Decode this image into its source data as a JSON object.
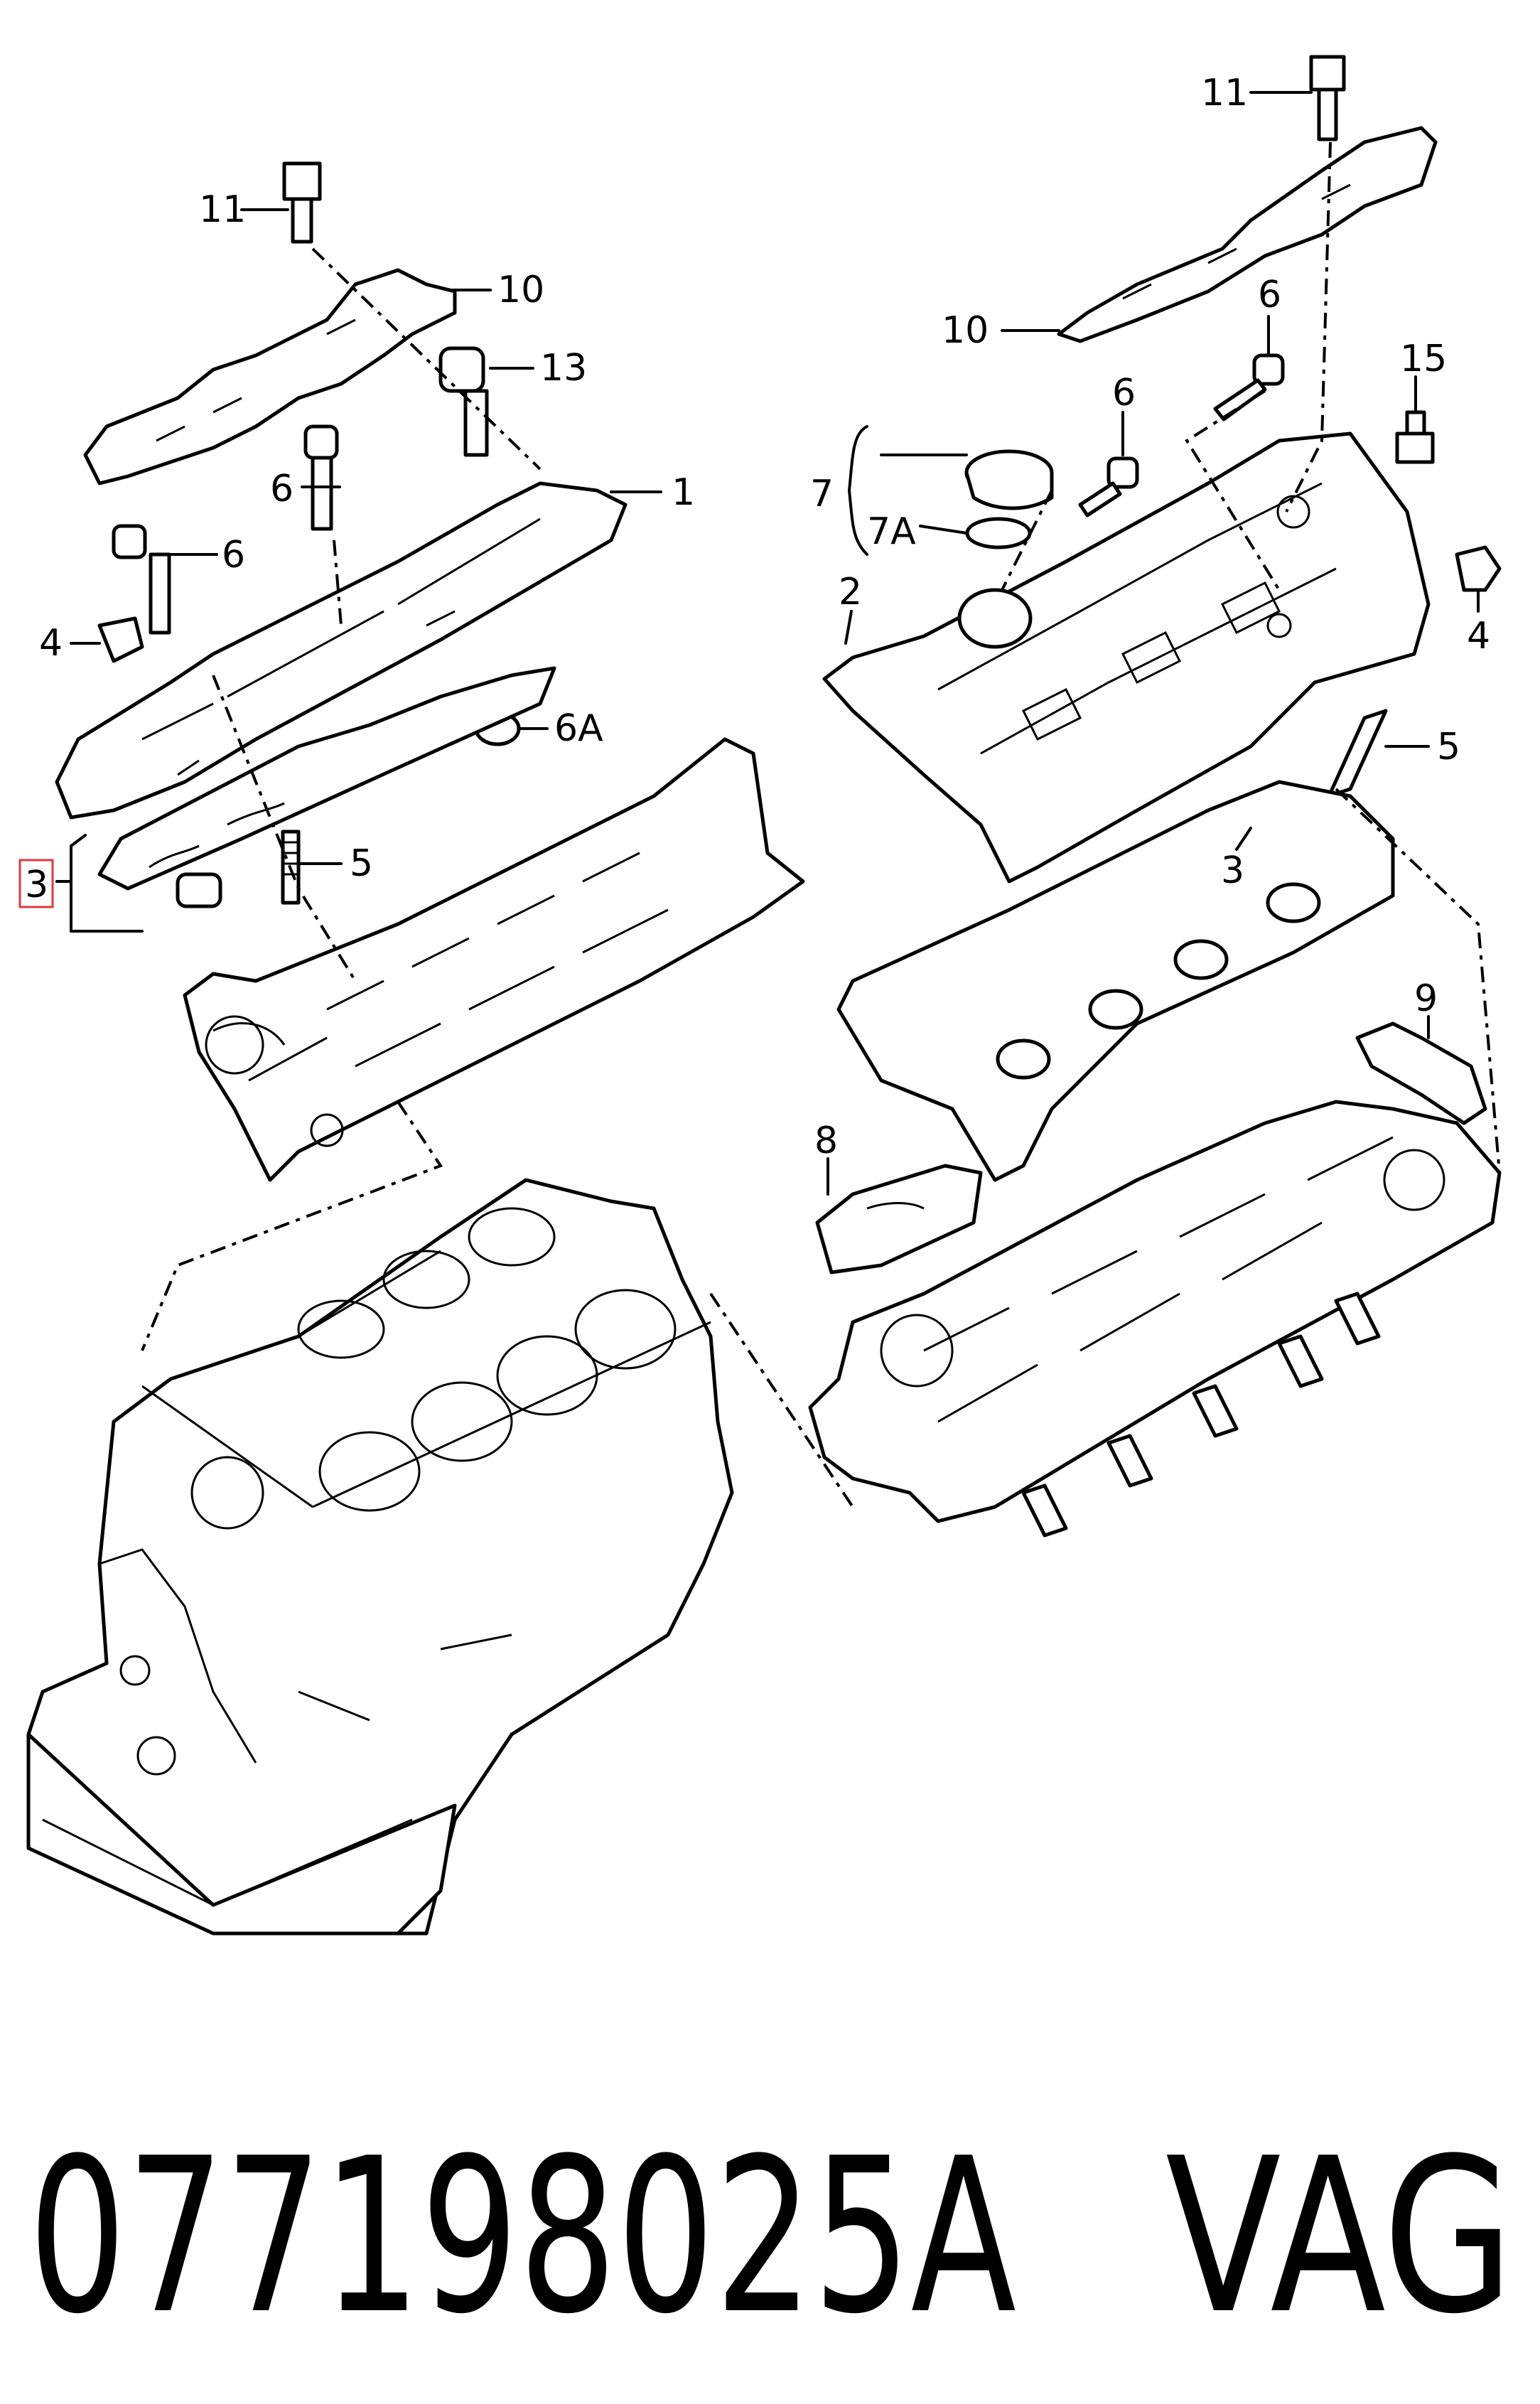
{
  "callouts": {
    "c11_left": "11",
    "c10_left": "10",
    "c13": "13",
    "c1": "1",
    "c6_left_a": "6",
    "c6_left_b": "6",
    "c4_left": "4",
    "c6a": "6A",
    "c3_left": "3",
    "c5_left": "5",
    "c11_right": "11",
    "c10_right": "10",
    "c6_right_a": "6",
    "c15": "15",
    "c6_right_b": "6",
    "c7": "7",
    "c7a": "7A",
    "c2": "2",
    "c4_right": "4",
    "c5_right": "5",
    "c3_right": "3",
    "c9": "9",
    "c8": "8"
  },
  "footer": {
    "part_number": "077198025A",
    "brand": "VAG"
  },
  "colors": {
    "ink": "#000000",
    "highlight": "#e03a3a",
    "background": "#ffffff"
  }
}
